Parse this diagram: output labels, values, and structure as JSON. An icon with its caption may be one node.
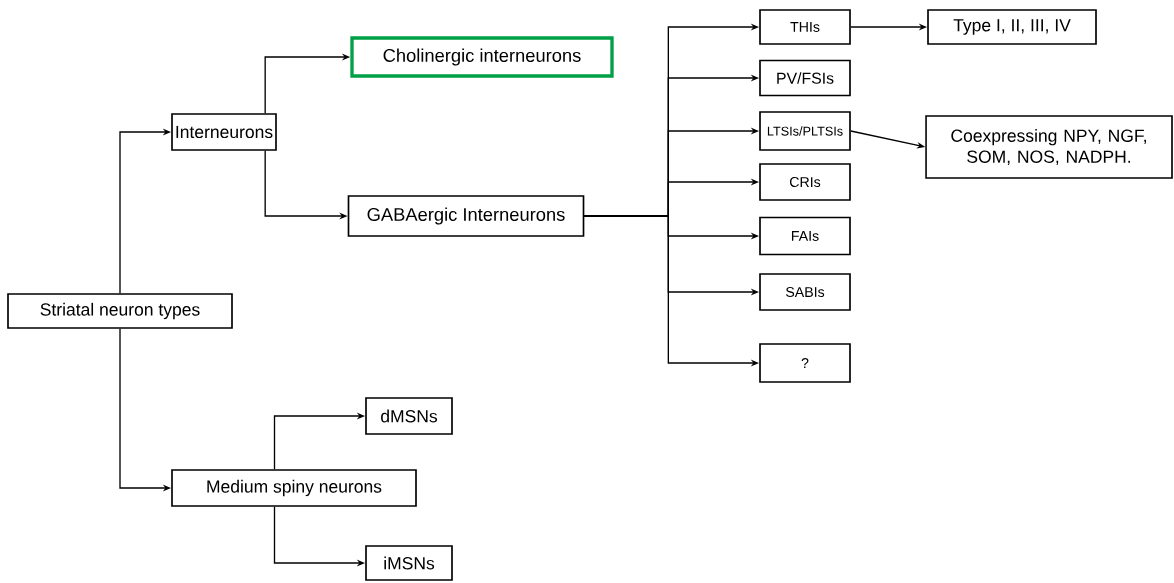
{
  "diagram": {
    "nodes": [
      {
        "text": [
          "Striatal neuron types"
        ]
      },
      {
        "text": [
          "Interneurons"
        ]
      },
      {
        "text": [
          "Cholinergic interneurons"
        ]
      },
      {
        "text": [
          "GABAergic Interneurons"
        ]
      },
      {
        "text": [
          "THIs"
        ]
      },
      {
        "text": [
          "Type I, II, III, IV"
        ]
      },
      {
        "text": [
          "PV/FSIs"
        ]
      },
      {
        "text": [
          "LTSIs/PLTSIs"
        ]
      },
      {
        "text": [
          "Coexpressing NPY, NGF, SOM, NOS, NADPH."
        ]
      },
      {
        "text": [
          "CRIs"
        ]
      },
      {
        "text": [
          "FAIs"
        ]
      },
      {
        "text": [
          "SABIs"
        ]
      },
      {
        "text": [
          "?"
        ]
      },
      {
        "text": [
          "Medium spiny neurons"
        ]
      },
      {
        "text": [
          "dMSNs"
        ]
      },
      {
        "text": [
          "iMSNs"
        ]
      }
    ],
    "edges": [
      {
        "from": 0,
        "to": 1,
        "arrow": "to"
      },
      {
        "from": 1,
        "to": 2,
        "arrow": "to"
      },
      {
        "from": 1,
        "to": 3,
        "arrow": "to"
      },
      {
        "from": 3,
        "to": 4,
        "arrow": "to"
      },
      {
        "from": 4,
        "to": 5,
        "arrow": "to"
      },
      {
        "from": 3,
        "to": 6,
        "arrow": "to"
      },
      {
        "from": 3,
        "to": 7,
        "arrow": "to"
      },
      {
        "from": 7,
        "to": 8,
        "arrow": "to"
      },
      {
        "from": 3,
        "to": 9,
        "arrow": "to"
      },
      {
        "from": 3,
        "to": 10,
        "arrow": "to"
      },
      {
        "from": 3,
        "to": 11,
        "arrow": "to"
      },
      {
        "from": 3,
        "to": 12,
        "arrow": "to"
      },
      {
        "from": 0,
        "to": 13,
        "arrow": "to"
      },
      {
        "from": 13,
        "to": 14,
        "arrow": "to"
      },
      {
        "from": 13,
        "to": 15,
        "arrow": "to"
      }
    ]
  }
}
